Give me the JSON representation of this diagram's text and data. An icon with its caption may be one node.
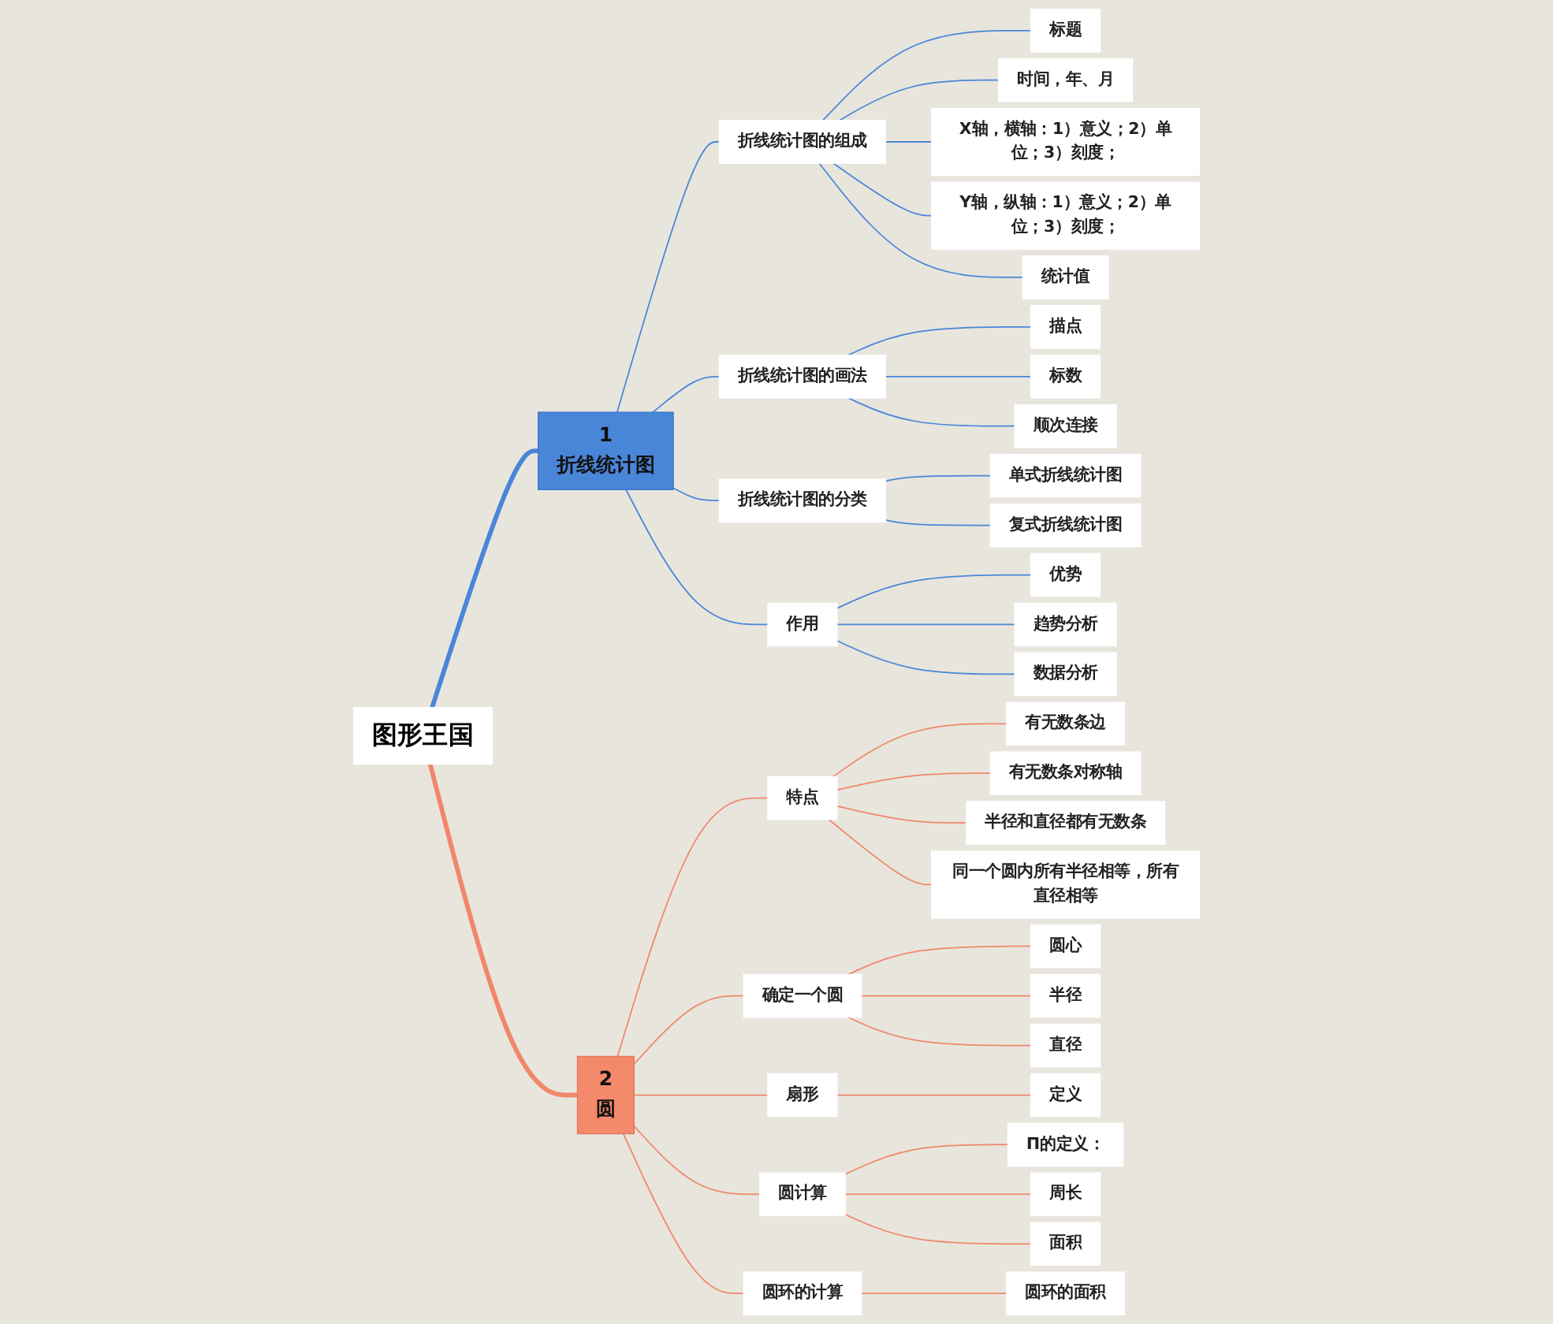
{
  "diagram": {
    "nodes": [
      {
        "text": [
          "图形王国"
        ]
      },
      {
        "text": [
          "1",
          "折线统计图"
        ]
      },
      {
        "text": [
          "折线统计图的组成"
        ]
      },
      {
        "text": [
          "标题"
        ]
      },
      {
        "text": [
          "时间，年、月"
        ]
      },
      {
        "text": [
          "X轴，横轴：1）意义；2）单位；3）刻度；"
        ]
      },
      {
        "text": [
          "Y轴，纵轴：1）意义；2）单位；3）刻度；"
        ]
      },
      {
        "text": [
          "统计值"
        ]
      },
      {
        "text": [
          "折线统计图的画法"
        ]
      },
      {
        "text": [
          "描点"
        ]
      },
      {
        "text": [
          "标数"
        ]
      },
      {
        "text": [
          "顺次连接"
        ]
      },
      {
        "text": [
          "折线统计图的分类"
        ]
      },
      {
        "text": [
          "单式折线统计图"
        ]
      },
      {
        "text": [
          "复式折线统计图"
        ]
      },
      {
        "text": [
          "作用"
        ]
      },
      {
        "text": [
          "优势"
        ]
      },
      {
        "text": [
          "趋势分析"
        ]
      },
      {
        "text": [
          "数据分析"
        ]
      },
      {
        "text": [
          "2",
          "圆"
        ]
      },
      {
        "text": [
          "特点"
        ]
      },
      {
        "text": [
          "有无数条边"
        ]
      },
      {
        "text": [
          "有无数条对称轴"
        ]
      },
      {
        "text": [
          "半径和直径都有无数条"
        ]
      },
      {
        "text": [
          "同一个圆内所有半径相等，所有直径相等"
        ]
      },
      {
        "text": [
          "确定一个圆"
        ]
      },
      {
        "text": [
          "圆心"
        ]
      },
      {
        "text": [
          "半径"
        ]
      },
      {
        "text": [
          "直径"
        ]
      },
      {
        "text": [
          "扇形"
        ]
      },
      {
        "text": [
          "定义"
        ]
      },
      {
        "text": [
          "圆计算"
        ]
      },
      {
        "text": [
          "Π的定义："
        ]
      },
      {
        "text": [
          "周长"
        ]
      },
      {
        "text": [
          "面积"
        ]
      },
      {
        "text": [
          "圆环的计算"
        ]
      },
      {
        "text": [
          "圆环的面积"
        ]
      }
    ],
    "edges": [
      {
        "from": 0,
        "to": 1,
        "arrow": "none",
        "style": "thick",
        "color": "#4a86d8"
      },
      {
        "from": 1,
        "to": 2,
        "arrow": "none",
        "color": "#4a86d8"
      },
      {
        "from": 2,
        "to": 3,
        "arrow": "none",
        "color": "#4a86d8"
      },
      {
        "from": 2,
        "to": 4,
        "arrow": "none",
        "color": "#4a86d8"
      },
      {
        "from": 2,
        "to": 5,
        "arrow": "none",
        "color": "#4a86d8"
      },
      {
        "from": 2,
        "to": 6,
        "arrow": "none",
        "color": "#4a86d8"
      },
      {
        "from": 2,
        "to": 7,
        "arrow": "none",
        "color": "#4a86d8"
      },
      {
        "from": 1,
        "to": 8,
        "arrow": "none",
        "color": "#4a86d8"
      },
      {
        "from": 8,
        "to": 9,
        "arrow": "none",
        "color": "#4a86d8"
      },
      {
        "from": 8,
        "to": 10,
        "arrow": "none",
        "color": "#4a86d8"
      },
      {
        "from": 8,
        "to": 11,
        "arrow": "none",
        "color": "#4a86d8"
      },
      {
        "from": 1,
        "to": 12,
        "arrow": "none",
        "color": "#4a86d8"
      },
      {
        "from": 12,
        "to": 13,
        "arrow": "none",
        "color": "#4a86d8"
      },
      {
        "from": 12,
        "to": 14,
        "arrow": "none",
        "color": "#4a86d8"
      },
      {
        "from": 1,
        "to": 15,
        "arrow": "none",
        "color": "#4a86d8"
      },
      {
        "from": 15,
        "to": 16,
        "arrow": "none",
        "color": "#4a86d8"
      },
      {
        "from": 15,
        "to": 17,
        "arrow": "none",
        "color": "#4a86d8"
      },
      {
        "from": 15,
        "to": 18,
        "arrow": "none",
        "color": "#4a86d8"
      },
      {
        "from": 0,
        "to": 19,
        "arrow": "none",
        "style": "thick",
        "color": "#f0876a"
      },
      {
        "from": 19,
        "to": 20,
        "arrow": "none",
        "color": "#f0876a"
      },
      {
        "from": 20,
        "to": 21,
        "arrow": "none",
        "color": "#f0876a"
      },
      {
        "from": 20,
        "to": 22,
        "arrow": "none",
        "color": "#f0876a"
      },
      {
        "from": 20,
        "to": 23,
        "arrow": "none",
        "color": "#f0876a"
      },
      {
        "from": 20,
        "to": 24,
        "arrow": "none",
        "color": "#f0876a"
      },
      {
        "from": 19,
        "to": 25,
        "arrow": "none",
        "color": "#f0876a"
      },
      {
        "from": 25,
        "to": 26,
        "arrow": "none",
        "color": "#f0876a"
      },
      {
        "from": 25,
        "to": 27,
        "arrow": "none",
        "color": "#f0876a"
      },
      {
        "from": 25,
        "to": 28,
        "arrow": "none",
        "color": "#f0876a"
      },
      {
        "from": 19,
        "to": 29,
        "arrow": "none",
        "color": "#f0876a"
      },
      {
        "from": 29,
        "to": 30,
        "arrow": "none",
        "color": "#f0876a"
      },
      {
        "from": 19,
        "to": 31,
        "arrow": "none",
        "color": "#f0876a"
      },
      {
        "from": 31,
        "to": 32,
        "arrow": "none",
        "color": "#f0876a"
      },
      {
        "from": 31,
        "to": 33,
        "arrow": "none",
        "color": "#f0876a"
      },
      {
        "from": 31,
        "to": 34,
        "arrow": "none",
        "color": "#f0876a"
      },
      {
        "from": 19,
        "to": 35,
        "arrow": "none",
        "color": "#f0876a"
      },
      {
        "from": 35,
        "to": 36,
        "arrow": "none",
        "color": "#f0876a"
      }
    ]
  }
}
